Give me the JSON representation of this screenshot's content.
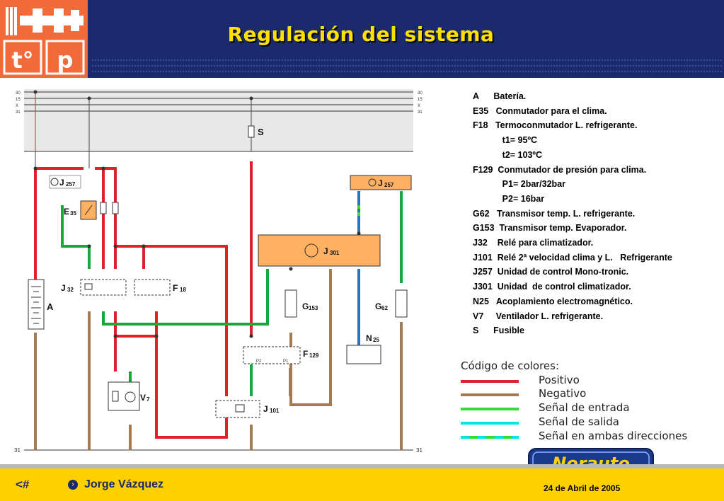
{
  "header": {
    "title": "Regulación del sistema",
    "logo": {
      "top_left": "",
      "bottom_left": "t°",
      "bottom_right": "p"
    }
  },
  "diagram": {
    "bus_labels": [
      "30",
      "15",
      "X",
      "31"
    ],
    "ground_label": "31",
    "fuse_label": "S",
    "battery_label": "A",
    "components": {
      "e35": "E",
      "e35_sub": "35",
      "j257_left": "J",
      "j257_left_sub": "257",
      "j257_right": "J",
      "j257_right_sub": "257",
      "j301": "J",
      "j301_sub": "301",
      "j32": "J",
      "j32_sub": "32",
      "f18": "F",
      "f18_sub": "18",
      "g153": "G",
      "g153_sub": "153",
      "g62": "G",
      "g62_sub": "62",
      "n25": "N",
      "n25_sub": "25",
      "f129": "F",
      "f129_sub": "129",
      "v7": "V",
      "v7_sub": "7",
      "j101": "J",
      "j101_sub": "101",
      "p2": "P2",
      "p1": "P1"
    }
  },
  "legend": [
    "A      Batería.",
    "E35   Conmutador para el clima.",
    "F18   Termoconmutador L. refrigerante.",
    "            t1= 95ºC",
    "            t2= 103ºC",
    "F129  Conmutador de presión para clima.",
    "            P1= 2bar/32bar",
    "            P2= 16bar",
    "G62   Transmisor temp. L. refrigerante.",
    "G153  Transmisor temp. Evaporador.",
    "J32    Relé para climatizador.",
    "J101  Relé 2ª velocidad clima y L.   Refrigerante",
    "J257  Unidad de control Mono-tronic.",
    "J301  Unidad  de control climatizador.",
    "N25   Acoplamiento electromagnético.",
    "V7     Ventilador L. refrigerante.",
    "S      Fusible"
  ],
  "color_code": {
    "title": "Código de colores:",
    "items": [
      {
        "label": "Positivo",
        "color": "#e0202a"
      },
      {
        "label": "Negativo",
        "color": "#a87a50"
      },
      {
        "label": "Señal de entrada",
        "color": "#33dd33"
      },
      {
        "label": "Señal de salida",
        "color": "#00e5e5"
      },
      {
        "label": "Señal en ambas direcciones",
        "color": "#00e5e5"
      }
    ]
  },
  "brand": {
    "name": "Norauto"
  },
  "footer": {
    "slide_number": "<#",
    "author": "Jorge Vázquez",
    "date": "24  de Abril  de 2005"
  },
  "colors": {
    "positive": "#e0202a",
    "negative": "#a87a50",
    "input_signal": "#1aa83a",
    "output_signal": "#1e78c8",
    "header_bg": "#1a2a6c",
    "title": "#ffe000",
    "component_fill": "#ffb060",
    "footer_bg": "#ffd000"
  }
}
